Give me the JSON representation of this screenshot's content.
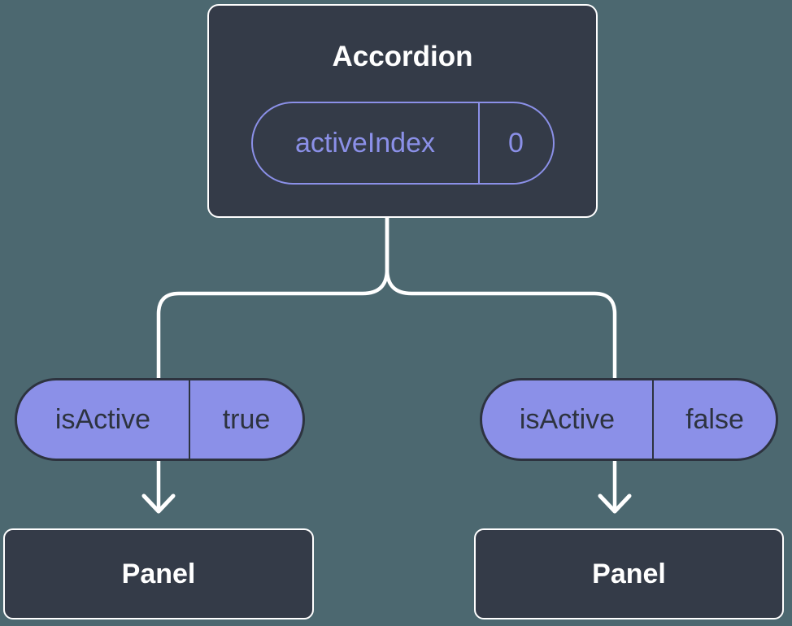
{
  "colors": {
    "background": "#4C6870",
    "node_bg": "#343B48",
    "node_border": "#FFFFFF",
    "accent": "#8B90E8",
    "pill_text_dark": "#2D333F",
    "text_light": "#FFFFFF",
    "connector": "#FFFFFF"
  },
  "tree": {
    "root": {
      "title": "Accordion",
      "state": {
        "name": "activeIndex",
        "value": "0"
      }
    },
    "branches": [
      {
        "prop_name": "isActive",
        "prop_value": "true",
        "child_title": "Panel"
      },
      {
        "prop_name": "isActive",
        "prop_value": "false",
        "child_title": "Panel"
      }
    ]
  }
}
